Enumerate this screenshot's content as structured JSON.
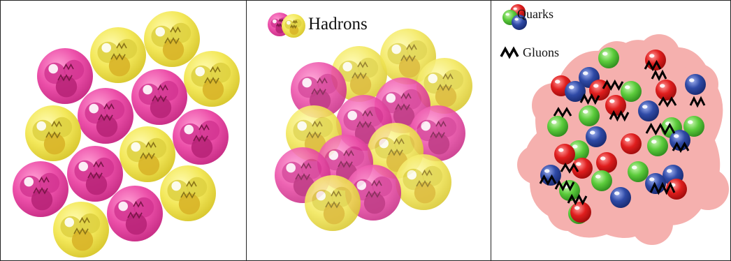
{
  "legend": {
    "hadrons": "Hadrons",
    "quarks": "Quarks",
    "gluons": "Gluons"
  },
  "panels": [
    {
      "id": "hadron-gas",
      "state": "separate hadrons"
    },
    {
      "id": "compressed-hadrons",
      "state": "overlapping hadrons"
    },
    {
      "id": "quark-gluon-plasma",
      "state": "deconfined quarks and gluons"
    }
  ],
  "colors": {
    "hadron_pink": "#ec4fa9",
    "hadron_yellow": "#f3e85a",
    "quark_red": "#e01e1e",
    "quark_green": "#5ccc3c",
    "quark_blue": "#2f4aa6",
    "plasma_background": "#f5b0ae",
    "gluon": "#000000"
  },
  "icons": [
    "hadron-pair-icon",
    "quark-triplet-icon",
    "gluon-zigzag-icon"
  ]
}
